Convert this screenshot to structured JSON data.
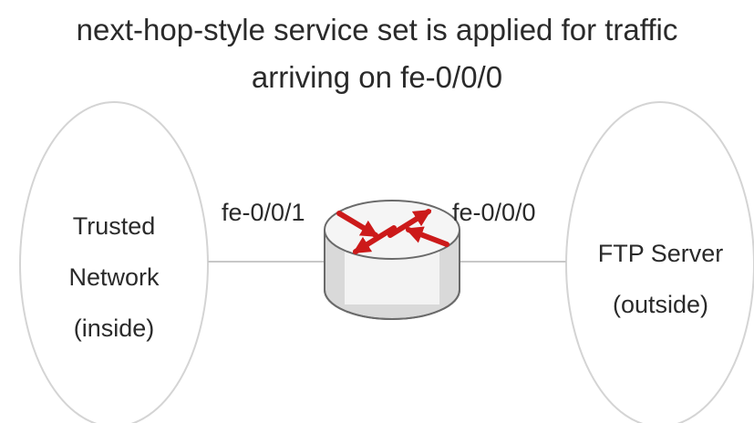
{
  "title": {
    "line1": "next-hop-style service set is applied for traffic",
    "line2": "arriving on fe-0/0/0"
  },
  "left_network": {
    "lines": [
      "Trusted",
      "Network",
      "(inside)"
    ]
  },
  "right_network": {
    "lines": [
      "FTP Server",
      "(outside)"
    ]
  },
  "interfaces": {
    "left": "fe-0/0/1",
    "right": "fe-0/0/0"
  },
  "colors": {
    "ellipse_stroke": "#d4d4d4",
    "link_line": "#c8c8c8",
    "router_body": "#d9d9d9",
    "router_top": "#f5f5f5",
    "arrows": "#cc1a1a",
    "text": "#2a2a2a"
  },
  "icons": {
    "router": "router-icon"
  }
}
